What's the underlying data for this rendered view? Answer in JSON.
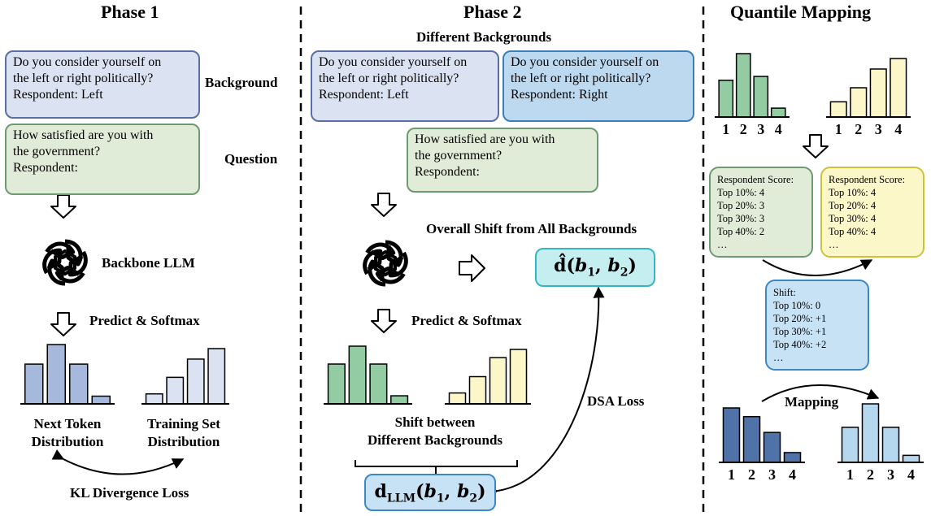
{
  "phase1": {
    "title": "Phase 1",
    "background_lines": [
      "Do you consider yourself on",
      "the left or right politically?",
      "Respondent: Left"
    ],
    "background_label": "Background",
    "question_lines": [
      "How satisfied are you with",
      "the government?",
      "Respondent:"
    ],
    "question_label": "Question",
    "model_label": "Backbone LLM",
    "predict_label": "Predict & Softmax",
    "next_token_label": [
      "Next Token",
      "Distribution"
    ],
    "training_set_label": [
      "Training Set",
      "Distribution"
    ],
    "loss_label": "KL Divergence Loss"
  },
  "phase2": {
    "title": "Phase 2",
    "subtitle": "Different Backgrounds",
    "left_background_lines": [
      "Do you consider yourself on",
      "the left or right politically?",
      "Respondent: Left"
    ],
    "right_background_lines": [
      "Do you consider yourself on",
      "the left or right politically?",
      "Respondent: Right"
    ],
    "question_lines": [
      "How satisfied are you with",
      "the government?",
      "Respondent:"
    ],
    "overall_shift_label": "Overall Shift from All Backgrounds",
    "d_hat_symbol": "d̂",
    "d_llm_symbol": "d",
    "d_llm_subscript": "LLM",
    "args_b1": "b",
    "args_b2": "b",
    "sub1": "1",
    "sub2": "2",
    "predict_label": "Predict & Softmax",
    "shift_label": [
      "Shift between",
      "Different Backgrounds"
    ],
    "loss_label": "DSA Loss"
  },
  "quantile": {
    "title": "Quantile Mapping",
    "axis_numbers": [
      "1",
      "2",
      "3",
      "4"
    ],
    "left_score_title": "Respondent Score:",
    "left_scores": [
      "Top 10%: 4",
      "Top 20%: 3",
      "Top 30%: 3",
      "Top 40%: 2",
      "…"
    ],
    "right_score_title": "Respondent Score:",
    "right_scores": [
      "Top 10%: 4",
      "Top 20%: 4",
      "Top 30%: 4",
      "Top 40%: 4",
      "…"
    ],
    "shift_title": "Shift:",
    "shifts": [
      "Top 10%: 0",
      "Top 20%: +1",
      "Top 30%: +1",
      "Top 40%: +2",
      "…"
    ],
    "mapping_label": "Mapping"
  },
  "charts": {
    "phase1_next_token": [
      0.67,
      1.0,
      0.67,
      0.13
    ],
    "phase1_training_set": [
      0.18,
      0.48,
      0.81,
      1.0
    ],
    "phase2_left": [
      0.69,
      1.0,
      0.69,
      0.14
    ],
    "phase2_right": [
      0.2,
      0.5,
      0.85,
      1.0
    ],
    "quantile_top_left": [
      0.58,
      1.0,
      0.64,
      0.14
    ],
    "quantile_top_right": [
      0.26,
      0.5,
      0.82,
      1.0
    ],
    "quantile_bottom_left": [
      1.0,
      0.84,
      0.55,
      0.18
    ],
    "quantile_bottom_right": [
      0.6,
      1.0,
      0.6,
      0.12
    ]
  },
  "colors": {
    "bar_blue": "#a6b9dc",
    "bar_light_blue": "#dbe3f3",
    "bar_green": "#93cca3",
    "bar_yellow": "#fcf7c9",
    "bar_dark_blue": "#4f72a8",
    "bar_sky": "#b5d8ef"
  }
}
